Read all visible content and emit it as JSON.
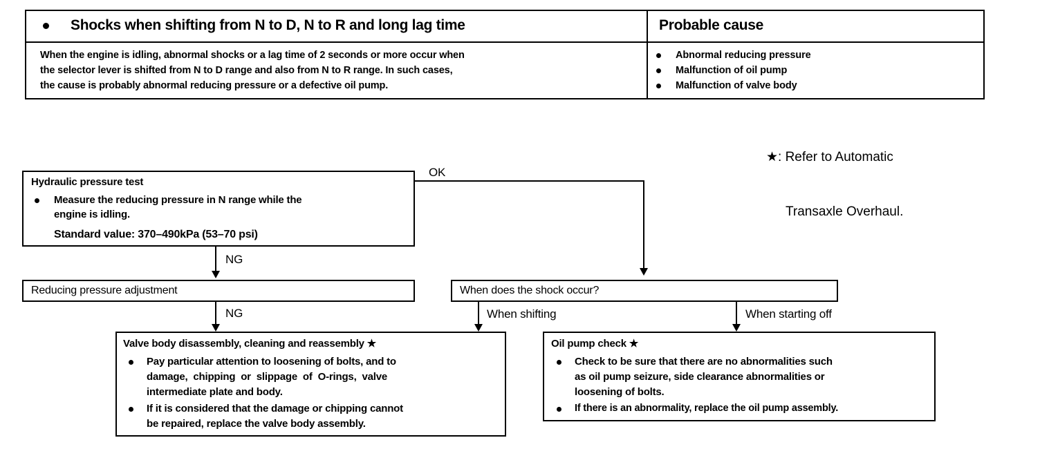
{
  "symptom_table": {
    "header": {
      "symptom": "Shocks when shifting from N to D, N to R and long lag time",
      "cause_heading": "Probable cause"
    },
    "description": [
      "When the engine is idling, abnormal shocks or a lag time of 2 seconds or more occur when",
      "the selector lever is shifted from N to D range and also from N to R range.  In such cases,",
      "the cause is probably abnormal reducing pressure or a defective oil pump."
    ],
    "probable_causes": [
      "Abnormal reducing pressure",
      "Malfunction of oil pump",
      "Malfunction of valve body"
    ]
  },
  "footnote": {
    "line1": "★: Refer to Automatic",
    "line2": "Transaxle Overhaul."
  },
  "flowchart": {
    "hydraulic_test": {
      "title": "Hydraulic pressure test",
      "bullet_line1": "Measure the reducing pressure in N range while the",
      "bullet_line2": "engine is idling.",
      "standard_value": "Standard value: 370–490kPa (53–70 psi)"
    },
    "reducing_adjustment": {
      "title": "Reducing pressure adjustment"
    },
    "shock_question": {
      "title": "When does the shock occur?"
    },
    "valve_body": {
      "title": "Valve body disassembly, cleaning and reassembly ★",
      "item1_line1": "Pay particular attention to loosening of bolts, and to",
      "item1_line2": "damage,  chipping  or  slippage  of  O-rings,  valve",
      "item1_line3": "intermediate plate and body.",
      "item2_line1": "If it is considered that the damage or chipping cannot",
      "item2_line2": "be repaired, replace the valve body assembly."
    },
    "oil_pump": {
      "title": "Oil pump check ★",
      "item1_line1": "Check to be sure that there are no abnormalities such",
      "item1_line2": "as oil pump seizure, side clearance abnormalities or",
      "item1_line3": "loosening of bolts.",
      "item2_line1": "If there is an abnormality, replace the oil pump assembly."
    },
    "edges": {
      "ok": "OK",
      "ng_first": "NG",
      "ng_second": "NG",
      "when_shifting": "When shifting",
      "when_starting_off": "When starting off"
    }
  },
  "colors": {
    "ink": "#000000",
    "paper": "#ffffff"
  }
}
